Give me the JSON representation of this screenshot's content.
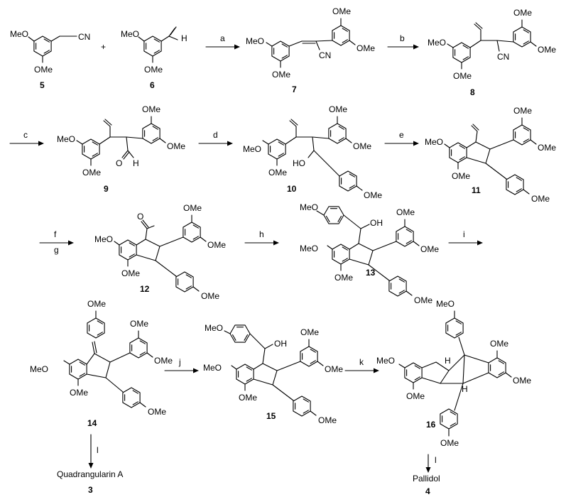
{
  "compounds": {
    "c5": {
      "label": "5",
      "substituents": {
        "ome_top": "MeO",
        "ome_bottom": "OMe",
        "cn": "CN"
      }
    },
    "c6": {
      "label": "6",
      "substituents": {
        "ome_top": "MeO",
        "ome_bottom": "OMe",
        "h": "H"
      }
    },
    "c7": {
      "label": "7",
      "substituents": {
        "meo_left": "MeO",
        "ome_bottom": "OMe",
        "cn": "CN",
        "ome_top": "OMe",
        "ome_right": "OMe"
      }
    },
    "c8": {
      "label": "8",
      "substituents": {
        "meo_left": "MeO",
        "ome_bottom": "OMe",
        "cn": "CN",
        "ome_top": "OMe",
        "ome_right": "OMe"
      }
    },
    "c9": {
      "label": "9",
      "substituents": {
        "meo_left": "MeO",
        "ome_bottom": "OMe",
        "o": "O",
        "h": "H",
        "ome_top": "OMe",
        "ome_right": "OMe"
      }
    },
    "c10": {
      "label": "10",
      "substituents": {
        "meo_left": "MeO",
        "ome_bottom": "OMe",
        "ho": "HO",
        "ome_top": "OMe",
        "ome_right": "OMe",
        "ome_para": "OMe"
      }
    },
    "c11": {
      "label": "11",
      "substituents": {
        "meo_left": "MeO",
        "ome_bottom": "OMe",
        "ome_top": "OMe",
        "ome_right": "OMe",
        "ome_para": "OMe"
      }
    },
    "c12": {
      "label": "12",
      "substituents": {
        "meo_left": "MeO",
        "ome_bottom": "OMe",
        "o": "O",
        "ome_top": "OMe",
        "ome_right": "OMe",
        "ome_para": "OMe"
      }
    },
    "c13": {
      "label": "13",
      "substituents": {
        "meo_top": "MeO",
        "oh": "OH",
        "meo_left": "MeO",
        "ome_bottom": "OMe",
        "ome_top": "OMe",
        "ome_right": "OMe",
        "ome_para": "OMe"
      }
    },
    "c14": {
      "label": "14",
      "substituents": {
        "ome_top": "OMe",
        "ome_top2": "OMe",
        "meo_left": "MeO",
        "ome_right": "OMe",
        "ome_bottom": "OMe",
        "ome_para": "OMe"
      }
    },
    "c15": {
      "label": "15",
      "substituents": {
        "meo_top": "MeO",
        "oh": "OH",
        "ome_top2": "OMe",
        "meo_left": "MeO",
        "ome_right": "OMe",
        "ome_bottom": "OMe",
        "ome_para": "OMe"
      }
    },
    "c16": {
      "label": "16",
      "substituents": {
        "ome_topleft": "MeO",
        "ome_topright": "OMe",
        "meo_left": "MeO",
        "h1": "H",
        "h2": "H",
        "ome_right": "OMe",
        "ome_bottom": "OMe",
        "ome_para": "OMe"
      }
    }
  },
  "plus": "+",
  "steps": {
    "a": "a",
    "b": "b",
    "c": "c",
    "d": "d",
    "e": "e",
    "f": "f",
    "g": "g",
    "h": "h",
    "i": "i",
    "j": "j",
    "k": "k",
    "l1": "l",
    "l2": "l"
  },
  "products": {
    "quadrangularin": {
      "name": "Quadrangularin A",
      "label": "3"
    },
    "pallidol": {
      "name": "Pallidol",
      "label": "4"
    }
  }
}
